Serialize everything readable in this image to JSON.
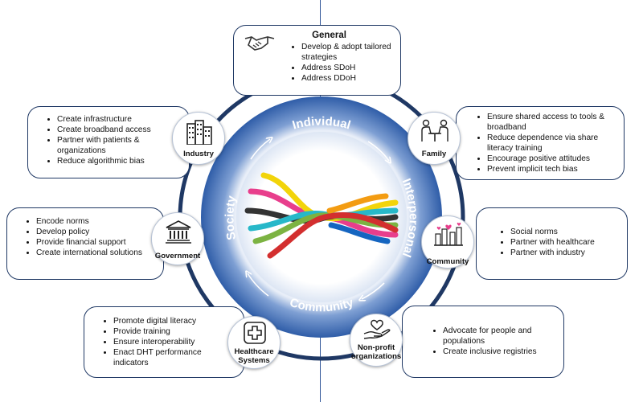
{
  "general": {
    "title": "General",
    "items": [
      "Develop & adopt tailored strategies",
      "Address SDoH",
      "Address DDoH"
    ]
  },
  "ring_labels": {
    "individual": "Individual",
    "interpersonal": "Interpersonal",
    "community": "Community",
    "society": "Society"
  },
  "nodes": {
    "industry": "Industry",
    "family": "Family",
    "government": "Government",
    "community": "Community",
    "healthcare": "Healthcare Systems",
    "nonprofit": "Non-profit organizations"
  },
  "boxes": {
    "industry": [
      "Create infrastructure",
      "Create broadband access",
      "Partner with patients & organizations",
      "Reduce algorithmic bias"
    ],
    "family": [
      "Ensure shared access to tools & broadband",
      "Reduce dependence via share literacy training",
      "Encourage positive attitudes",
      "Prevent implicit tech bias"
    ],
    "government": [
      "Encode norms",
      "Develop policy",
      "Provide financial support",
      "Create international solutions"
    ],
    "community": [
      "Social norms",
      "Partner with healthcare",
      "Partner with industry"
    ],
    "healthcare": [
      "Promote digital literacy",
      "Provide training",
      "Ensure interoperability",
      "Enact DHT performance indicators"
    ],
    "nonprofit": [
      "Advocate for people and populations",
      "Create inclusive registries"
    ]
  },
  "icons": {
    "general": "handshake-icon",
    "industry": "buildings-icon",
    "family": "family-table-icon",
    "government": "government-building-icon",
    "community": "community-skyline-icon",
    "healthcare": "medical-cross-icon",
    "nonprofit": "hand-heart-icon"
  },
  "colors": {
    "ring_dark": "#1f3864",
    "ring_blue": "#2f5da8",
    "ring_light": "#cfdcf0",
    "rope_pink": "#e83e8c",
    "rope_yellow": "#f2d40a",
    "rope_teal": "#27b8c9",
    "rope_dark": "#333333",
    "rope_green": "#7cb342",
    "rope_orange": "#f39c12",
    "rope_red": "#d32f2f",
    "rope_blue": "#1565c0"
  }
}
